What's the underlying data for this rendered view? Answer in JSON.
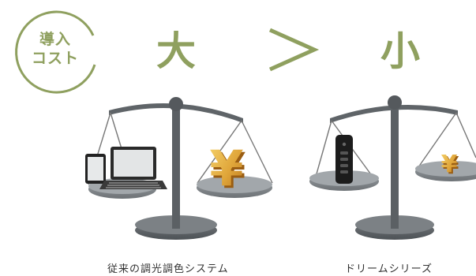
{
  "badge": {
    "line1": "導入",
    "line2": "コスト"
  },
  "comparison": {
    "left": "大",
    "symbol": "＞",
    "right": "小"
  },
  "captions": {
    "left": "従来の調光調色システム",
    "right": "ドリームシリーズ"
  },
  "colors": {
    "accent": "#8fa05f",
    "scale_dark": "#555a5e",
    "scale_mid": "#6e7377",
    "pan": "#8b9094",
    "yen_gold": "#e0a63a"
  },
  "icons": [
    "tablet-icon",
    "laptop-icon",
    "yen-icon",
    "remote-control-icon"
  ]
}
